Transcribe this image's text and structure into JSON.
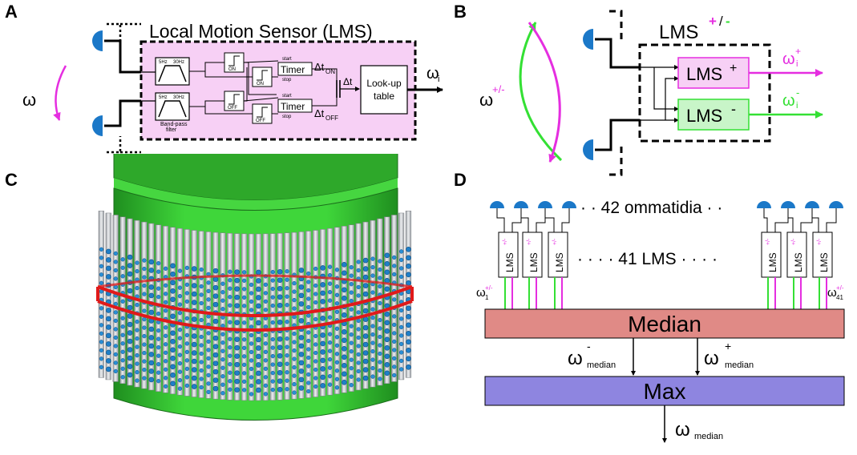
{
  "panel_labels": {
    "a": "A",
    "b": "B",
    "c": "C",
    "d": "D"
  },
  "panel_a": {
    "title": "Local Motion Sensor (LMS)",
    "omega": "ω",
    "filter_low": "5Hz",
    "filter_high": "30Hz",
    "filter_caption_1": "Band-pass",
    "filter_caption_2": "filter",
    "on": "ON",
    "off": "OFF",
    "timer": "Timer",
    "start": "start",
    "stop": "stop",
    "delta_t_on_main": "Δt",
    "delta_t_on_sub": "ON",
    "delta_t_off_main": "Δt",
    "delta_t_off_sub": "OFF",
    "delta_t": "Δt",
    "lookup_1": "Look-up",
    "lookup_2": "table",
    "output_main": "ω",
    "output_sub": "i"
  },
  "panel_b": {
    "omega_main": "ω",
    "omega_sup": "+/-",
    "lms_main": "LMS",
    "lms_plus": "+",
    "lms_slash": "/",
    "lms_minus": "-",
    "lms_plus_box": "LMS",
    "lms_plus_sup": "+",
    "lms_minus_box": "LMS",
    "lms_minus_sup": "-",
    "out_plus_main": "ω",
    "out_plus_sup": "+",
    "out_plus_sub": "i",
    "out_minus_main": "ω",
    "out_minus_sup": "-",
    "out_minus_sub": "i"
  },
  "panel_d": {
    "ommatidia_label": "· · 42 ommatidia · ·",
    "lms_count_label": "· · · ·   41 LMS   · · · ·",
    "lms_box_label": "LMS",
    "lms_box_sup": "+/-",
    "omega_first_main": "ω",
    "omega_first_sub": "1",
    "omega_first_sup": "+/-",
    "omega_last_main": "ω",
    "omega_last_sub": "41",
    "omega_last_sup": "+/-",
    "median_label": "Median",
    "omega_med_minus_main": "ω",
    "omega_med_minus_sup": "-",
    "omega_med_minus_sub": "median",
    "omega_med_plus_main": "ω",
    "omega_med_plus_sup": "+",
    "omega_med_plus_sub": "median",
    "max_label": "Max",
    "omega_out_main": "ω",
    "omega_out_sub": "median"
  },
  "colors": {
    "lms_fill": "#f7d0f5",
    "magenta": "#e52ee0",
    "green": "#34e034",
    "blue_dome": "#1b78c8",
    "median_fill": "#e08a86",
    "max_fill": "#8e85e0",
    "cylinder_green": "#39c634",
    "rod_gray": "#c9ccd0",
    "red_ring": "#e01a1a"
  }
}
